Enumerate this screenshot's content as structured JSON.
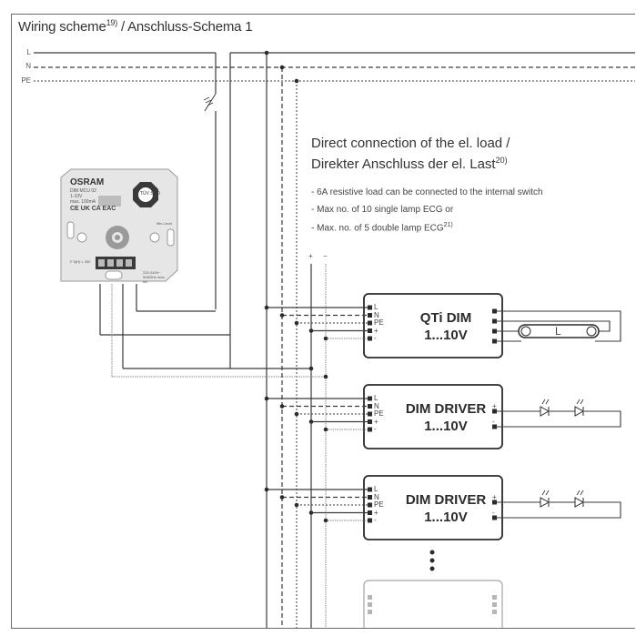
{
  "title": {
    "main": "Wiring scheme",
    "sup": "19)",
    "rest": " / Anschluss-Schema 1"
  },
  "bus": {
    "labels": [
      "L",
      "N",
      "PE"
    ]
  },
  "heading": {
    "line1": "Direct connection of the el. load /",
    "line2": "Direkter Anschluss der el. Last",
    "line2_sup": "20)"
  },
  "notes": [
    {
      "text": "- 6A resistive load can be connected to the internal switch",
      "sup": ""
    },
    {
      "text": "- Max no. of 10 single lamp ECG or",
      "sup": ""
    },
    {
      "text": "- Max. no. of 5 double lamp ECG",
      "sup": "21)"
    }
  ],
  "control_labels": {
    "plus": "+",
    "minus": "−"
  },
  "dimmer_module": {
    "brand": "OSRAM",
    "model": "DIM MCU 02",
    "spec1": "1-10V",
    "spec2": "max. 100mA",
    "marks": "CE UK CA EAC",
    "cert": "TÜV SÜD",
    "min_level": "Min Level",
    "fuse": "F 5(H) L 250",
    "mains": "220-240V~ 50/60Hz max. 6A",
    "terminal_labels": [
      "↓",
      "L"
    ]
  },
  "devices": [
    {
      "name_line1": "QTi DIM",
      "name_line2": "1...10V",
      "pins": [
        "L",
        "N",
        "PE",
        "+",
        "-"
      ],
      "load": "L"
    },
    {
      "name_line1": "DIM DRIVER",
      "name_line2": "1...10V",
      "pins": [
        "L",
        "N",
        "PE",
        "+",
        "-"
      ],
      "out": [
        "+",
        "-"
      ]
    },
    {
      "name_line1": "DIM DRIVER",
      "name_line2": "1...10V",
      "pins": [
        "L",
        "N",
        "PE",
        "+",
        "-"
      ],
      "out": [
        "+",
        "-"
      ]
    }
  ],
  "colors": {
    "line": "#3a3a3a",
    "ghost": "#b5b5b5",
    "module": "#e6e6e6"
  }
}
